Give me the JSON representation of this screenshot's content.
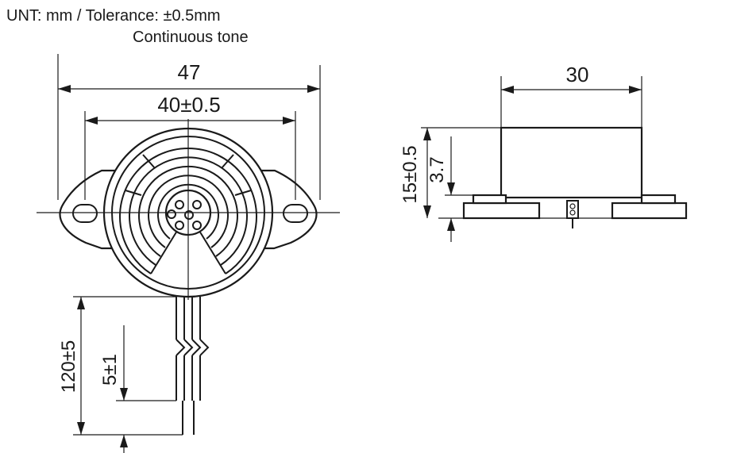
{
  "header": {
    "units_line": "UNT: mm  /  Tolerance: ±0.5mm",
    "tone_line": "Continuous tone"
  },
  "front_view": {
    "overall_width": "47",
    "hole_spacing": "40±0.5",
    "lead_length": "120±5",
    "lead_strip": "5±1"
  },
  "side_view": {
    "body_width": "30",
    "total_height": "15±0.5",
    "flange_height": "3.7"
  },
  "colors": {
    "ink": "#1a1a1a",
    "background": "#ffffff"
  }
}
